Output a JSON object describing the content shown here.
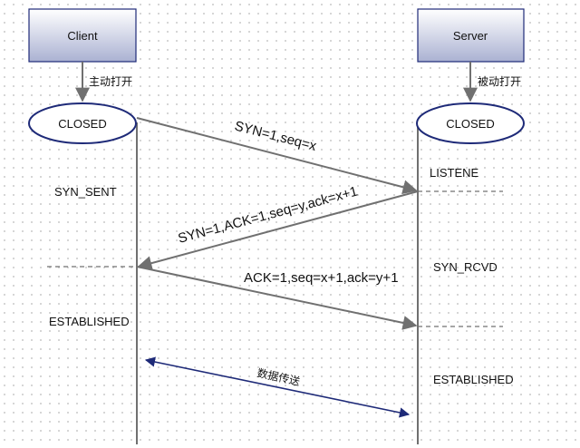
{
  "client": {
    "title": "Client",
    "open_label": "主动打开",
    "initial_state": "CLOSED",
    "states": [
      "SYN_SENT",
      "ESTABLISHED"
    ]
  },
  "server": {
    "title": "Server",
    "open_label": "被动打开",
    "initial_state": "CLOSED",
    "states": [
      "LISTENE",
      "SYN_RCVD",
      "ESTABLISHED"
    ]
  },
  "messages": {
    "syn": "SYN=1,seq=x",
    "syn_ack": "SYN=1,ACK=1,seq=y,ack=x+1",
    "ack": "ACK=1,seq=x+1,ack=y+1",
    "data": "数据传送"
  },
  "colors": {
    "box_fill_top": "#ffffff",
    "box_fill_bottom": "#aab1d2",
    "ellipse_stroke": "#1e2a78",
    "line": "#707070",
    "data_arrow": "#1e2a78"
  }
}
